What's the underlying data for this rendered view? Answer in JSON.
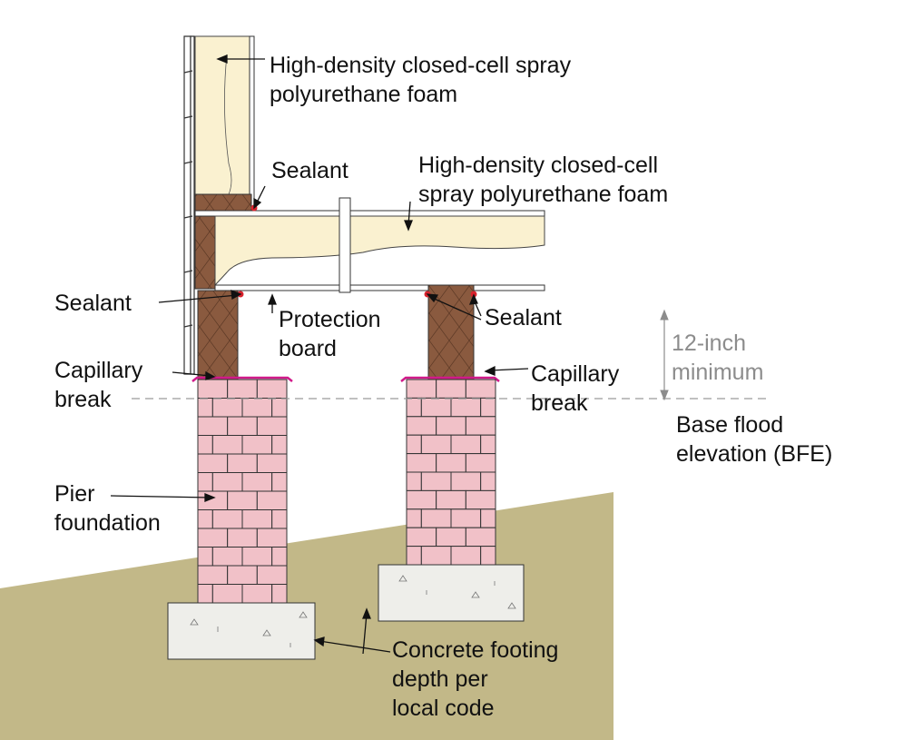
{
  "labels": {
    "foam_wall": [
      "High-density closed-cell spray",
      "polyurethane foam"
    ],
    "foam_floor": [
      "High-density closed-cell",
      "spray polyurethane foam"
    ],
    "sealant_top": "Sealant",
    "sealant_left": "Sealant",
    "sealant_right": "Sealant",
    "protection_board": [
      "Protection",
      "board"
    ],
    "capillary_left": [
      "Capillary",
      "break"
    ],
    "capillary_right": [
      "Capillary",
      "break"
    ],
    "min_height": [
      "12-inch",
      "minimum"
    ],
    "bfe": [
      "Base flood",
      "elevation (BFE)"
    ],
    "pier": [
      "Pier",
      "foundation"
    ],
    "footing": [
      "Concrete footing",
      "depth per",
      "local code"
    ]
  },
  "colors": {
    "foam": "#faf1d0",
    "wood": "#8a5a3f",
    "brick": "#f1c1c8",
    "mortar_outline": "#333333",
    "ground": "#c2b888",
    "concrete": "#eeeeea",
    "sealant": "#d9232d",
    "capillary_break": "#d11a8a",
    "dimension_gray": "#8c8c8c"
  }
}
